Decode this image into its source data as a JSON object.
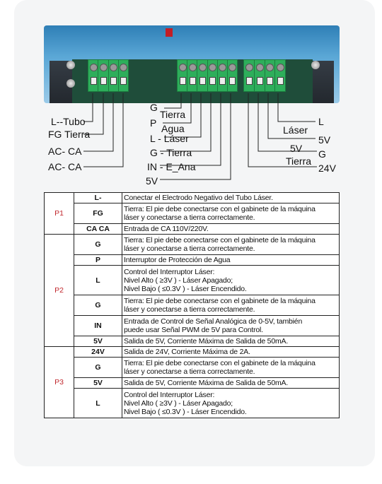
{
  "labels": {
    "left": [
      {
        "pin": "L-",
        "name": "Tubo"
      },
      {
        "pin": "FG",
        "name": "Tierra"
      },
      {
        "pin": "AC",
        "name": "CA"
      },
      {
        "pin": "AC",
        "name": "CA"
      }
    ],
    "middle": [
      {
        "pin": "G",
        "name": "Tierra"
      },
      {
        "pin": "P",
        "name": "Agua"
      },
      {
        "pin": "L",
        "name": "Láser"
      },
      {
        "pin": "G",
        "name": "Tierra"
      },
      {
        "pin": "IN",
        "name": "E_Ana"
      },
      {
        "pin": "5V",
        "name": ""
      }
    ],
    "right": [
      {
        "pin": "L",
        "name": "Láser"
      },
      {
        "pin": "5V",
        "name": "5V"
      },
      {
        "pin": "G",
        "name": "Tierra"
      },
      {
        "pin": "24V",
        "name": ""
      }
    ]
  },
  "table": {
    "groups": [
      {
        "name": "P1",
        "rows": [
          {
            "pin": "L-",
            "desc": "Conectar el Electrodo Negativo del Tubo Láser."
          },
          {
            "pin": "FG",
            "desc": "Tierra: El pie debe conectarse con el gabinete de la máquina\nláser y conectarse a tierra correctamente."
          },
          {
            "pin": "CA CA",
            "desc": "Entrada de CA 110V/220V."
          }
        ]
      },
      {
        "name": "P2",
        "rows": [
          {
            "pin": "G",
            "desc": "Tierra: El pie debe conectarse con el gabinete de la máquina\nláser y conectarse a tierra correctamente."
          },
          {
            "pin": "P",
            "desc": "Interruptor de Protección de Agua"
          },
          {
            "pin": "L",
            "desc": "Control del Interruptor Láser:\nNivel Alto ( ≥3V ) - Láser Apagado;\nNivel Bajo ( ≤0.3V ) - Láser Encendido."
          },
          {
            "pin": "G",
            "desc": "Tierra: El pie debe conectarse con el gabinete de la máquina\nláser y conectarse a tierra correctamente."
          },
          {
            "pin": "IN",
            "desc": "Entrada de Control de Señal Analógica de 0-5V, también\npuede usar Señal PWM de 5V para Control."
          },
          {
            "pin": "5V",
            "desc": "Salida de 5V, Corriente Máxima de Salida de 50mA."
          }
        ]
      },
      {
        "name": "P3",
        "rows": [
          {
            "pin": "24V",
            "desc": "Salida de 24V, Corriente Máxima de 2A."
          },
          {
            "pin": "G",
            "desc": "Tierra: El pie debe conectarse con el gabinete de la máquina\nláser y conectarse a tierra correctamente."
          },
          {
            "pin": "5V",
            "desc": "Salida de 5V, Corriente Máxima de Salida de 50mA."
          },
          {
            "pin": "L",
            "desc": "Control del Interruptor Láser:\nNivel Alto ( ≥3V ) - Láser Apagado;\nNivel Bajo ( ≤0.3V ) - Láser Encendido."
          }
        ]
      }
    ]
  },
  "colors": {
    "group_label": "#c1272d",
    "terminal": "#2eae5b",
    "case": "#5aa7d6"
  }
}
